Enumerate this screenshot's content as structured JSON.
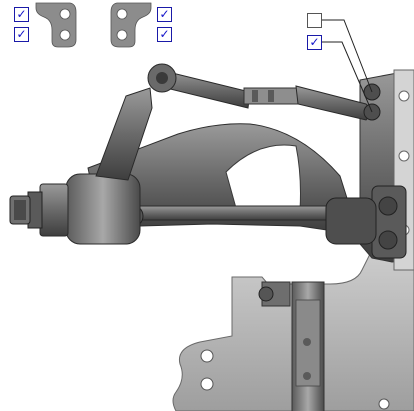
{
  "viewer": {
    "background": "#ffffff",
    "part_color": "#6e6e6e",
    "shadow_color": "#3a3a3a",
    "highlight_color": "#b4b4b4",
    "check_color": "#1212c8"
  },
  "checkboxes": [
    {
      "id": "top-left-1",
      "checked": true,
      "glyph": "✓"
    },
    {
      "id": "top-left-2",
      "checked": true,
      "glyph": "✓"
    },
    {
      "id": "top-mid-1",
      "checked": true,
      "glyph": "✓"
    },
    {
      "id": "top-mid-2",
      "checked": true,
      "glyph": "✓"
    },
    {
      "id": "callout-upper",
      "checked": false,
      "glyph": ""
    },
    {
      "id": "callout-lower",
      "checked": true,
      "glyph": "✓"
    }
  ]
}
